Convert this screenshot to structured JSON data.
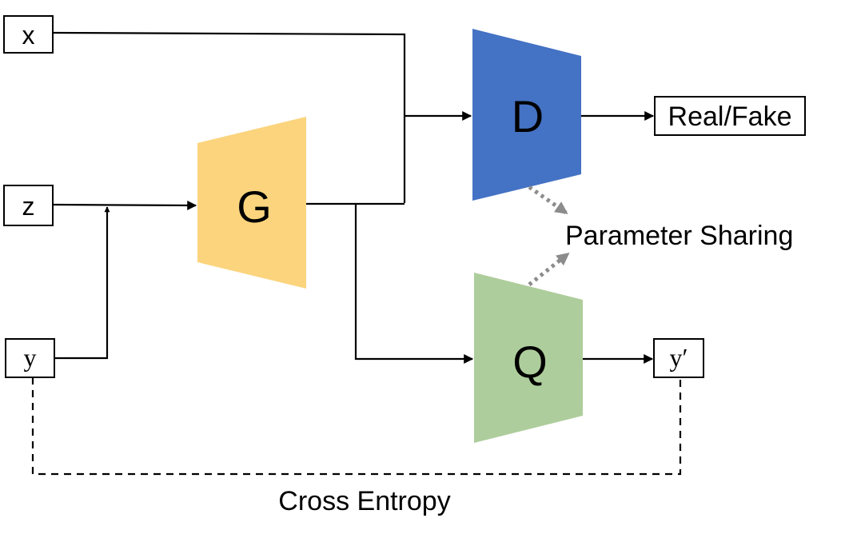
{
  "inputs": {
    "x": "x",
    "z": "z",
    "y": "y"
  },
  "blocks": {
    "generator": "G",
    "discriminator": "D",
    "q_network": "Q"
  },
  "outputs": {
    "real_fake": "Real/Fake",
    "y_prime": "y′"
  },
  "annotations": {
    "parameter_sharing": "Parameter Sharing",
    "cross_entropy": "Cross Entropy"
  },
  "colors": {
    "generator": "#fbd47d",
    "discriminator": "#4472c4",
    "q_network": "#aecd9c",
    "sharing_arrows": "#8c8c8c",
    "lines": "#000000"
  }
}
